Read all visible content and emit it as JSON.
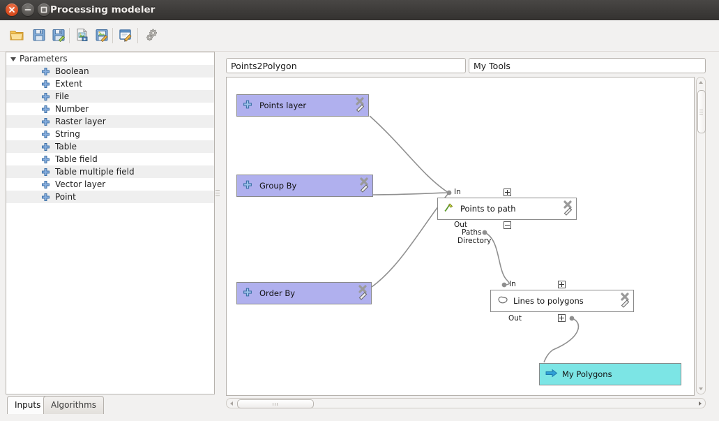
{
  "window": {
    "title": "Processing modeler",
    "buttons": {
      "close": "close-window",
      "minimize": "minimize-window",
      "maximize": "maximize-window"
    }
  },
  "toolbar": {
    "items": [
      {
        "name": "open-model",
        "icon": "folder-open-icon",
        "tooltip": "Open Model"
      },
      {
        "name": "save-model",
        "icon": "floppy-save-icon",
        "tooltip": "Save"
      },
      {
        "name": "save-model-as",
        "icon": "floppy-save-as-icon",
        "tooltip": "Save As"
      },
      {
        "name": "export-image",
        "icon": "export-image-icon",
        "tooltip": "Export as Image"
      },
      {
        "name": "export-script",
        "icon": "export-script-icon",
        "tooltip": "Export as Script"
      },
      {
        "name": "edit-help",
        "icon": "edit-help-icon",
        "tooltip": "Edit model help"
      },
      {
        "name": "run-model",
        "icon": "gears-run-icon",
        "tooltip": "Run model"
      }
    ]
  },
  "sidebar": {
    "root": {
      "label": "Parameters",
      "expanded": true
    },
    "items": [
      {
        "label": "Boolean",
        "icon": "plus-param-icon"
      },
      {
        "label": "Extent",
        "icon": "plus-param-icon"
      },
      {
        "label": "File",
        "icon": "plus-param-icon"
      },
      {
        "label": "Number",
        "icon": "plus-param-icon"
      },
      {
        "label": "Raster layer",
        "icon": "plus-param-icon"
      },
      {
        "label": "String",
        "icon": "plus-param-icon"
      },
      {
        "label": "Table",
        "icon": "plus-param-icon"
      },
      {
        "label": "Table field",
        "icon": "plus-param-icon"
      },
      {
        "label": "Table multiple field",
        "icon": "plus-param-icon"
      },
      {
        "label": "Vector layer",
        "icon": "plus-param-icon"
      },
      {
        "label": "Point",
        "icon": "plus-param-icon"
      }
    ],
    "tabs": [
      {
        "label": "Inputs",
        "active": true
      },
      {
        "label": "Algorithms",
        "active": false
      }
    ]
  },
  "model": {
    "name_value": "Points2Polygon",
    "group_value": "My Tools"
  },
  "canvas": {
    "nodes": [
      {
        "id": "points-layer",
        "kind": "param",
        "label": "Points layer",
        "icon": "plus-param-icon"
      },
      {
        "id": "group-by",
        "kind": "param",
        "label": "Group By",
        "icon": "plus-param-icon"
      },
      {
        "id": "order-by",
        "kind": "param",
        "label": "Order By",
        "icon": "plus-param-icon"
      },
      {
        "id": "points-to-path",
        "kind": "algo",
        "label": "Points to path",
        "icon": "points-to-path-icon"
      },
      {
        "id": "lines-to-polygons",
        "kind": "algo",
        "label": "Lines to polygons",
        "icon": "lines-to-polygons-icon"
      },
      {
        "id": "my-polygons",
        "kind": "output",
        "label": "My Polygons",
        "icon": "output-arrow-icon"
      }
    ],
    "ports": {
      "points_to_path_in": "In",
      "points_to_path_out": "Out",
      "points_to_path_out_items": [
        "Paths",
        "Directory"
      ],
      "lines_to_polygons_in": "In",
      "lines_to_polygons_out": "Out"
    },
    "expanders": [
      {
        "name": "points-to-path-in-expander",
        "state": "collapsed",
        "symbol": "+"
      },
      {
        "name": "points-to-path-out-expander",
        "state": "expanded",
        "symbol": "-"
      },
      {
        "name": "lines-to-polygons-in-expander",
        "state": "collapsed",
        "symbol": "+"
      },
      {
        "name": "lines-to-polygons-out-expander",
        "state": "collapsed",
        "symbol": "+"
      }
    ]
  },
  "colors": {
    "param_node": "#b0b0ee",
    "output_node": "#7ce5e5",
    "algo_node": "#ffffff",
    "node_border": "#8a8a8a",
    "connector": "#909090",
    "titlebar": "#3c3a38",
    "window_bg": "#f2f1f0"
  }
}
